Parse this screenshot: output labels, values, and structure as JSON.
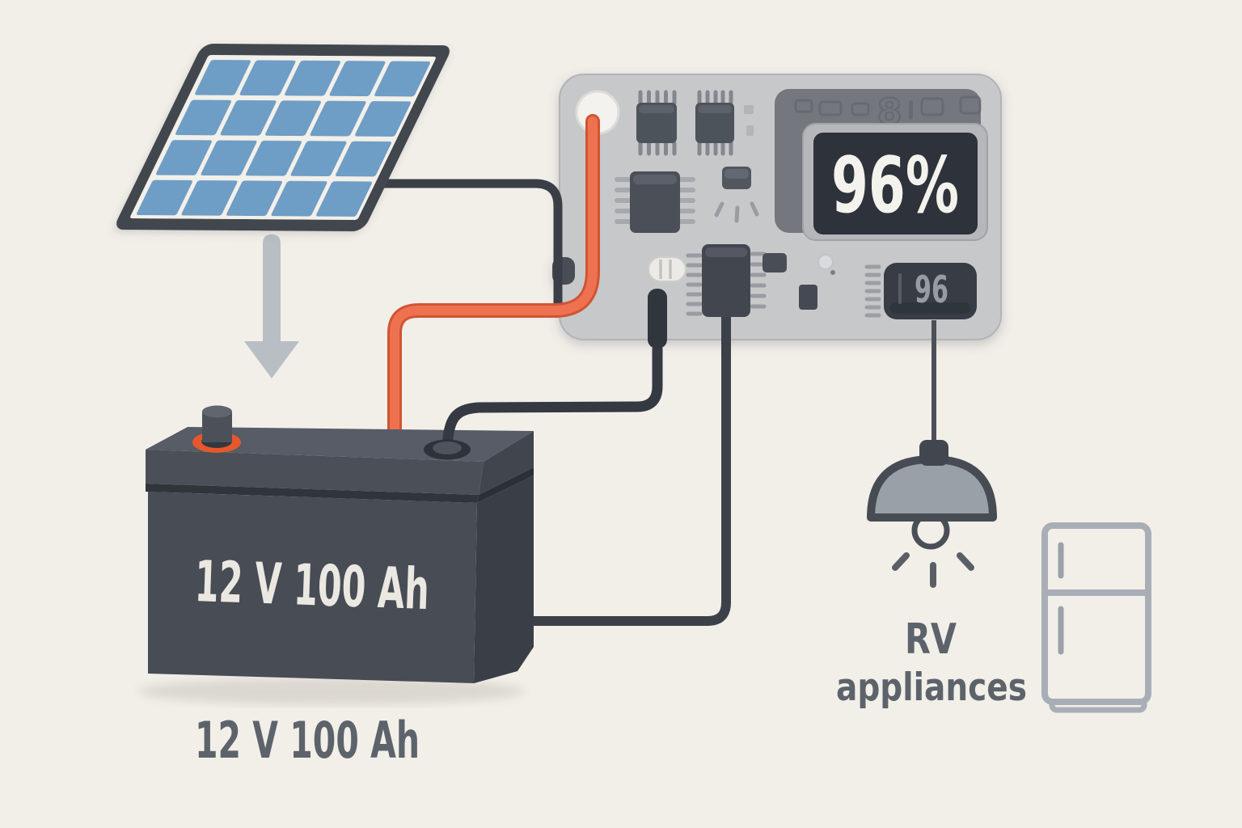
{
  "scene": {
    "description": "Illustrated diagram of a solar panel charging a 12 V RV battery through a charge controller that powers RV appliances",
    "background_color": "#f2efe9"
  },
  "solar_panel": {
    "rows": 4,
    "cols": 5,
    "cell_color": "#6e9dc5",
    "frame_color": "#42464d"
  },
  "flow_arrow": {
    "direction": "down",
    "color": "#b9bec4"
  },
  "battery": {
    "label": "12 V 100 Ah",
    "caption": "12 V 100 Ah",
    "body_color": "#474c55",
    "positive_terminal_color": "#e4582c",
    "label_color": "#ebe8e2",
    "caption_color": "#5d636b"
  },
  "charge_controller": {
    "board_color": "#c7c8ca",
    "display_value": "96%",
    "display_bg": "#2e333b",
    "display_text_color": "#f4f2ed",
    "meter_value": "96",
    "meter_text_color": "#979ba2",
    "strip_glyph": "8"
  },
  "wires": {
    "positive_color": "#ee7150",
    "positive_edge_color": "#cf5532",
    "negative_color": "#343942",
    "solar_color": "#3a3f47",
    "load_color": "#3c4149",
    "lamp_wire_color": "#4a4f57"
  },
  "load": {
    "line1": "RV",
    "line2": "appliances",
    "text_color": "#5d636b",
    "lamp_shade_color": "#9aa0a7",
    "fridge_outline_color": "#a9aeb6"
  }
}
